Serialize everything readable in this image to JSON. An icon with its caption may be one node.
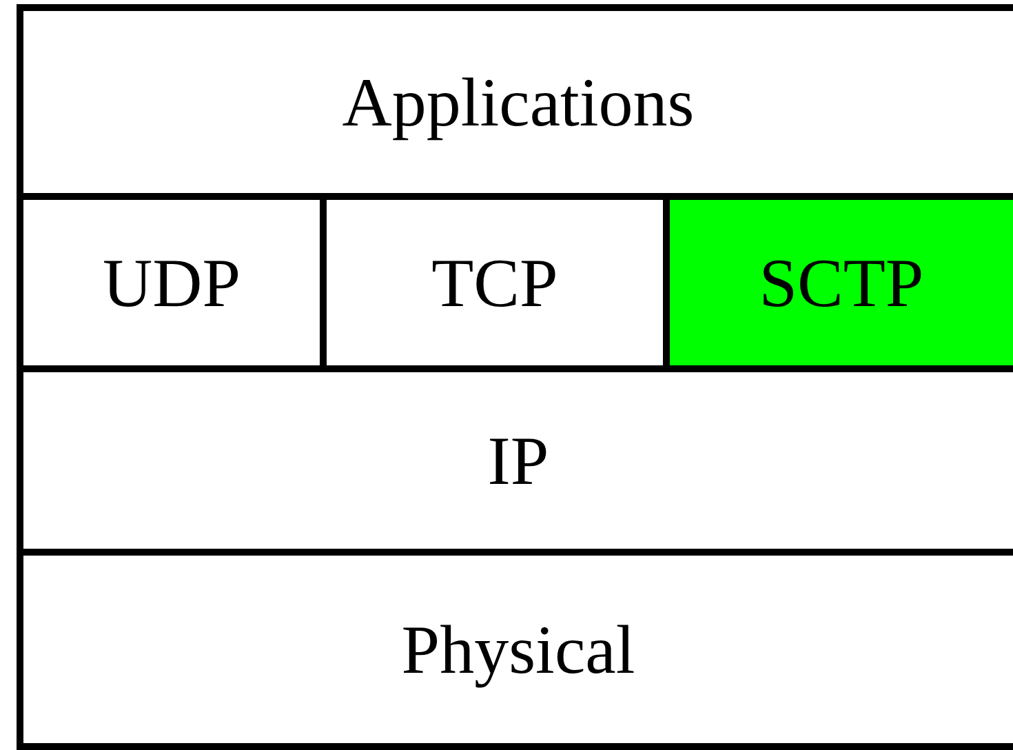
{
  "diagram": {
    "nodes": [
      {
        "text": [
          "Applications"
        ]
      },
      {
        "text": [
          "UDP"
        ]
      },
      {
        "text": [
          "TCP"
        ]
      },
      {
        "text": [
          "SCTP"
        ]
      },
      {
        "text": [
          "IP"
        ]
      },
      {
        "text": [
          "Physical"
        ]
      }
    ]
  }
}
